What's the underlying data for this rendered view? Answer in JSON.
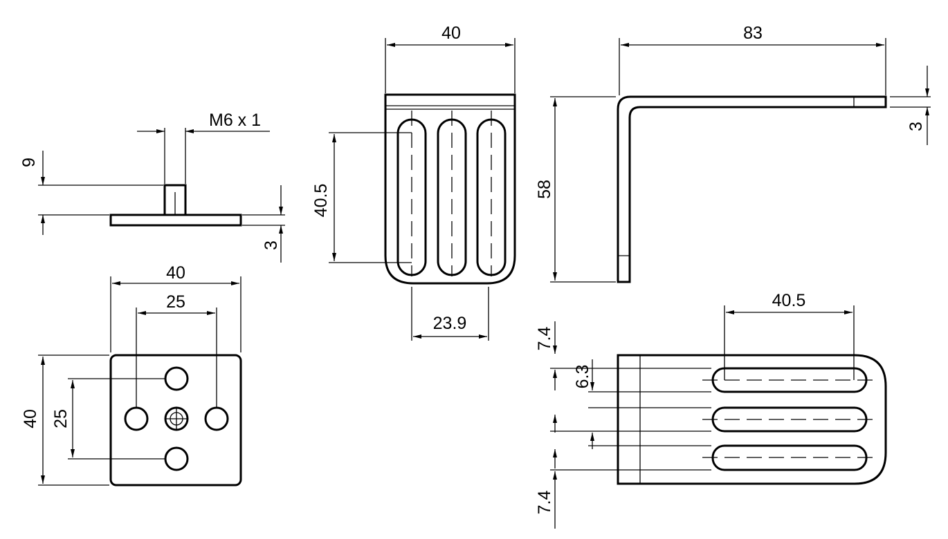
{
  "side_view": {
    "thread": "M6 x 1",
    "stud_height": "9",
    "plate_thickness": "3"
  },
  "plate_view": {
    "width": "40",
    "hole_spacing_x": "25",
    "height": "40",
    "hole_spacing_y": "25"
  },
  "front_view": {
    "width": "40",
    "slot_length": "40.5",
    "slot_span": "23.9"
  },
  "profile_view": {
    "length": "83",
    "height": "58",
    "thickness": "3"
  },
  "bottom_view": {
    "slot_length": "40.5",
    "edge_top": "7.4",
    "slot_width": "6.3",
    "edge_bottom": "7.4"
  }
}
